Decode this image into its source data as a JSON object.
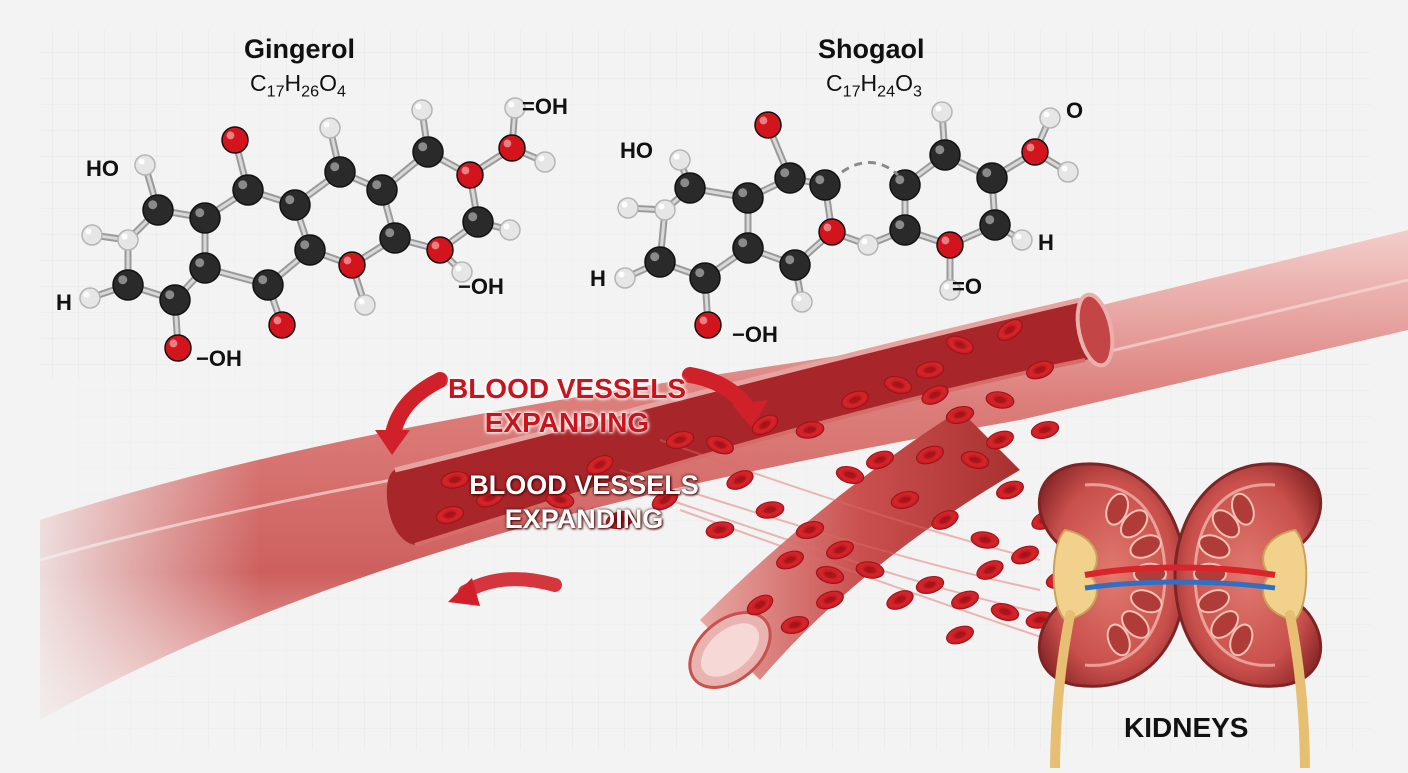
{
  "gingerol": {
    "name": "Gingerol",
    "formula": "C17H26O4",
    "labels": {
      "ho": "HO",
      "h": "H",
      "oh_bottom": "−OH",
      "oh_mid": "−OH",
      "oh_top": "=OH"
    }
  },
  "shogaol": {
    "name": "Shogaol",
    "formula": "C17H24O3",
    "labels": {
      "ho": "HO",
      "h_left": "H",
      "oh": "−OH",
      "o_top": "O",
      "h_right": "H",
      "eq_o": "=O"
    }
  },
  "vessel": {
    "label_outer": "BLOOD VESSELS\nEXPANDING",
    "label_inner": "BLOOD VESSELS\nEXPANDING"
  },
  "kidneys": {
    "label": "KIDNEYS"
  },
  "colors": {
    "carbon": "#2a2a2a",
    "oxygen": "#d4141c",
    "hydrogen": "#e6e6e6",
    "vessel": "#c44b4b",
    "blood_cell": "#d8242a",
    "kidney": "#c9504c"
  }
}
